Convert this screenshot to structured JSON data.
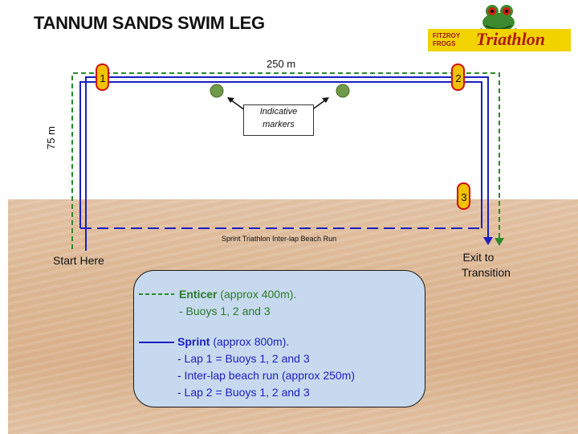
{
  "title": "TANNUM SANDS SWIM LEG",
  "logo": {
    "line1": "FITZROY",
    "line2": "FROGS",
    "name": "Triathlon"
  },
  "course": {
    "width_label": "250 m",
    "height_label": "75 m",
    "start_label": "Start Here",
    "exit_label": "Exit to Transition",
    "interlap_label": "Sprint Triathlon Inter-lap Beach Run",
    "buoys": [
      "1",
      "2",
      "3"
    ],
    "markers_label": "Indicative markers"
  },
  "legend": {
    "enticer": {
      "name": "Enticer",
      "desc": " (approx 400m).",
      "items": [
        "- Buoys 1, 2 and 3"
      ]
    },
    "sprint": {
      "name": "Sprint",
      "desc": " (approx 800m).",
      "items": [
        "- Lap 1 = Buoys 1, 2 and 3",
        "- Inter-lap beach run (approx 250m)",
        "- Lap 2 = Buoys 1, 2 and 3"
      ]
    }
  },
  "colors": {
    "enticer": "#2a8a2a",
    "sprint": "#1a1fc0",
    "buoy": "#f2c200",
    "buoy_outline": "#d01010",
    "marker": "#6f9a4a",
    "legend_bg": "#c7d9ee"
  }
}
